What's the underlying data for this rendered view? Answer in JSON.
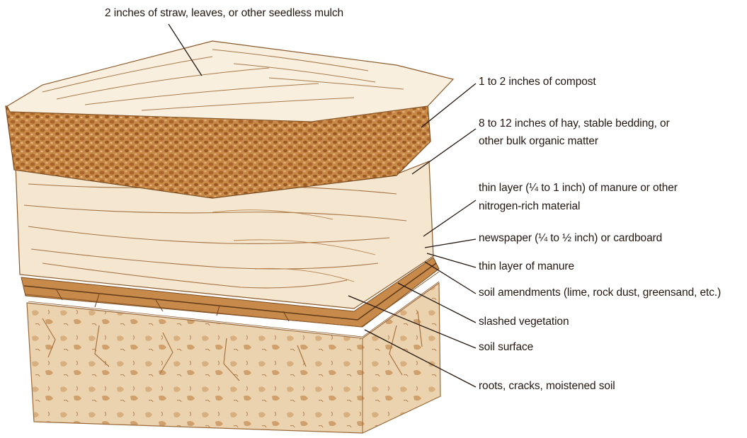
{
  "diagram": {
    "colors": {
      "ink": "#231710",
      "line_art": "#8a5a2b",
      "compost": "#b77a3a",
      "soil_wash": "#e6c9a1",
      "straw_wash": "#f3e3c8"
    },
    "labels": {
      "mulch": "2 inches of straw, leaves, or other seedless mulch",
      "compost": "1 to 2 inches of compost",
      "hay": "8 to 12 inches of hay, stable bedding, or other bulk organic matter",
      "manure_thin": "thin layer (¼ to 1 inch) of manure or other nitrogen-rich material",
      "newspaper": "newspaper (¼ to ½ inch) or cardboard",
      "manure": "thin layer of manure",
      "amendments": "soil amendments (lime, rock dust, greensand, etc.)",
      "vegetation": "slashed vegetation",
      "soil_surface": "soil surface",
      "roots": "roots, cracks, moistened soil"
    }
  }
}
